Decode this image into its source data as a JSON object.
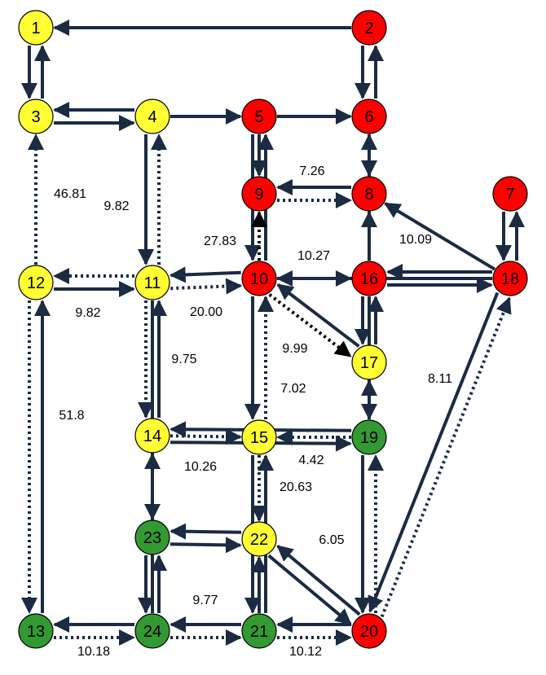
{
  "colors": {
    "yellow": "#FFFF33",
    "red": "#FF0000",
    "green": "#339933",
    "edge": "#1A2B42",
    "highlight": "#000000",
    "node_border": "#000000"
  },
  "nodes": [
    {
      "id": "1",
      "label": "1",
      "color": "yellow"
    },
    {
      "id": "2",
      "label": "2",
      "color": "red"
    },
    {
      "id": "3",
      "label": "3",
      "color": "yellow"
    },
    {
      "id": "4",
      "label": "4",
      "color": "yellow"
    },
    {
      "id": "5",
      "label": "5",
      "color": "red"
    },
    {
      "id": "6",
      "label": "6",
      "color": "red"
    },
    {
      "id": "7",
      "label": "7",
      "color": "red"
    },
    {
      "id": "8",
      "label": "8",
      "color": "red"
    },
    {
      "id": "9",
      "label": "9",
      "color": "red"
    },
    {
      "id": "10",
      "label": "10",
      "color": "red"
    },
    {
      "id": "11",
      "label": "11",
      "color": "yellow"
    },
    {
      "id": "12",
      "label": "12",
      "color": "yellow"
    },
    {
      "id": "13",
      "label": "13",
      "color": "green"
    },
    {
      "id": "14",
      "label": "14",
      "color": "yellow"
    },
    {
      "id": "15",
      "label": "15",
      "color": "yellow"
    },
    {
      "id": "16",
      "label": "16",
      "color": "red"
    },
    {
      "id": "17",
      "label": "17",
      "color": "yellow"
    },
    {
      "id": "18",
      "label": "18",
      "color": "red"
    },
    {
      "id": "19",
      "label": "19",
      "color": "green"
    },
    {
      "id": "20",
      "label": "20",
      "color": "red"
    },
    {
      "id": "21",
      "label": "21",
      "color": "green"
    },
    {
      "id": "22",
      "label": "22",
      "color": "yellow"
    },
    {
      "id": "23",
      "label": "23",
      "color": "green"
    },
    {
      "id": "24",
      "label": "24",
      "color": "green"
    }
  ],
  "edges": [
    {
      "from": "2",
      "to": "1",
      "style": "solid"
    },
    {
      "from": "1",
      "to": "3",
      "style": "solid"
    },
    {
      "from": "3",
      "to": "1",
      "style": "solid"
    },
    {
      "from": "3",
      "to": "4",
      "style": "solid"
    },
    {
      "from": "4",
      "to": "3",
      "style": "solid"
    },
    {
      "from": "4",
      "to": "5",
      "style": "solid"
    },
    {
      "from": "4",
      "to": "11",
      "style": "solid"
    },
    {
      "from": "5",
      "to": "6",
      "style": "solid"
    },
    {
      "from": "5",
      "to": "9",
      "style": "solid"
    },
    {
      "from": "2",
      "to": "6",
      "style": "solid"
    },
    {
      "from": "6",
      "to": "2",
      "style": "solid"
    },
    {
      "from": "6",
      "to": "8",
      "style": "solid"
    },
    {
      "from": "9",
      "to": "8",
      "style": "dotted",
      "label": "7.26"
    },
    {
      "from": "8",
      "to": "9",
      "style": "solid"
    },
    {
      "from": "10",
      "to": "5",
      "style": "solid"
    },
    {
      "from": "5",
      "to": "10",
      "style": "solid"
    },
    {
      "from": "16",
      "to": "6",
      "style": "solid"
    },
    {
      "from": "18",
      "to": "8",
      "style": "solid"
    },
    {
      "from": "7",
      "to": "18",
      "style": "solid"
    },
    {
      "from": "18",
      "to": "7",
      "style": "solid"
    },
    {
      "from": "16",
      "to": "8",
      "style": "dotted",
      "label": "10.09"
    },
    {
      "from": "10",
      "to": "9",
      "style": "dotted",
      "label": "27.83",
      "highlight": true
    },
    {
      "from": "10",
      "to": "16",
      "style": "dotted",
      "label": "10.27"
    },
    {
      "from": "18",
      "to": "16",
      "style": "solid"
    },
    {
      "from": "16",
      "to": "18",
      "style": "solid"
    },
    {
      "from": "18",
      "to": "10",
      "style": "solid"
    },
    {
      "from": "10",
      "to": "11",
      "style": "solid"
    },
    {
      "from": "11",
      "to": "10",
      "style": "dotted",
      "label": "20.00"
    },
    {
      "from": "12",
      "to": "11",
      "style": "solid"
    },
    {
      "from": "11",
      "to": "12",
      "style": "dotted",
      "label": "9.82"
    },
    {
      "from": "12",
      "to": "3",
      "style": "dotted",
      "label": "46.81"
    },
    {
      "from": "11",
      "to": "4",
      "style": "dotted",
      "label": "9.82"
    },
    {
      "from": "10",
      "to": "17",
      "style": "dotted",
      "label": "9.99",
      "highlight": true
    },
    {
      "from": "17",
      "to": "10",
      "style": "solid"
    },
    {
      "from": "16",
      "to": "17",
      "style": "solid"
    },
    {
      "from": "17",
      "to": "16",
      "style": "solid"
    },
    {
      "from": "16",
      "to": "19",
      "style": "solid"
    },
    {
      "from": "19",
      "to": "17",
      "style": "solid"
    },
    {
      "from": "10",
      "to": "15",
      "style": "solid"
    },
    {
      "from": "15",
      "to": "10",
      "style": "dotted",
      "label": "7.02"
    },
    {
      "from": "11",
      "to": "14",
      "style": "dotted",
      "label": "9.75"
    },
    {
      "from": "14",
      "to": "11",
      "style": "solid"
    },
    {
      "from": "11",
      "to": "23",
      "style": "solid"
    },
    {
      "from": "14",
      "to": "19",
      "style": "solid"
    },
    {
      "from": "19",
      "to": "14",
      "style": "solid"
    },
    {
      "from": "14",
      "to": "15",
      "style": "dotted",
      "label": "10.26"
    },
    {
      "from": "19",
      "to": "15",
      "style": "dotted",
      "label": "4.42"
    },
    {
      "from": "15",
      "to": "22",
      "style": "dotted",
      "label": "20.63"
    },
    {
      "from": "20",
      "to": "19",
      "style": "dotted",
      "label": "6.05"
    },
    {
      "from": "19",
      "to": "20",
      "style": "solid"
    },
    {
      "from": "20",
      "to": "18",
      "style": "dotted",
      "label": "8.11"
    },
    {
      "from": "18",
      "to": "20",
      "style": "solid"
    },
    {
      "from": "12",
      "to": "13",
      "style": "dotted",
      "label": "51.8"
    },
    {
      "from": "13",
      "to": "12",
      "style": "solid"
    },
    {
      "from": "22",
      "to": "23",
      "style": "solid"
    },
    {
      "from": "23",
      "to": "22",
      "style": "solid"
    },
    {
      "from": "23",
      "to": "24",
      "style": "solid"
    },
    {
      "from": "24",
      "to": "23",
      "style": "solid"
    },
    {
      "from": "24",
      "to": "14",
      "style": "solid"
    },
    {
      "from": "24",
      "to": "13",
      "style": "solid"
    },
    {
      "from": "13",
      "to": "24",
      "style": "dotted",
      "label": "10.18"
    },
    {
      "from": "24",
      "to": "21",
      "style": "dotted",
      "label": "9.77"
    },
    {
      "from": "21",
      "to": "24",
      "style": "solid"
    },
    {
      "from": "21",
      "to": "20",
      "style": "dotted",
      "label": "10.12"
    },
    {
      "from": "20",
      "to": "21",
      "style": "solid"
    },
    {
      "from": "21",
      "to": "15",
      "style": "solid"
    },
    {
      "from": "15",
      "to": "21",
      "style": "solid"
    },
    {
      "from": "21",
      "to": "22",
      "style": "solid"
    },
    {
      "from": "22",
      "to": "20",
      "style": "solid"
    },
    {
      "from": "20",
      "to": "22",
      "style": "solid"
    }
  ]
}
